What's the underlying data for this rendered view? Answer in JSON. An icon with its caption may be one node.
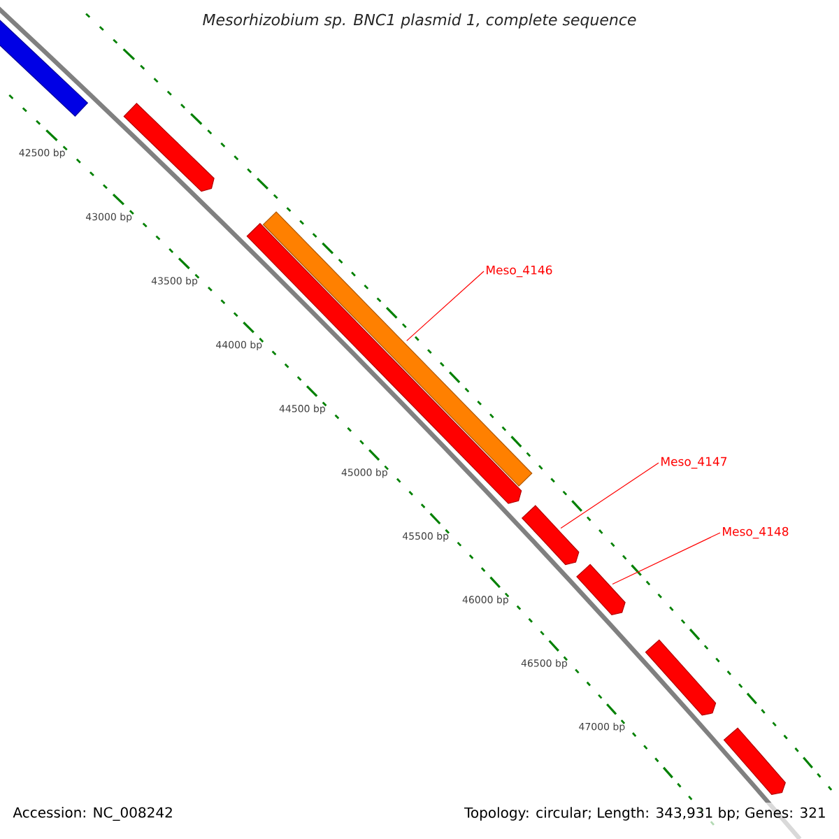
{
  "diagram": {
    "title": "Mesorhizobium sp. BNC1 plasmid 1, complete sequence",
    "nodes": [
      {
        "text": [],
        "shape": "bar"
      },
      {
        "text": [],
        "shape": "arrow"
      },
      {
        "text": [],
        "shape": "arrow"
      },
      {
        "text": [],
        "shape": "bar"
      },
      {
        "text": [
          "Meso_4146"
        ]
      },
      {
        "text": [],
        "shape": "arrow"
      },
      {
        "text": [
          "Meso_4147"
        ]
      },
      {
        "text": [],
        "shape": "arrow"
      },
      {
        "text": [
          "Meso_4148"
        ]
      },
      {
        "text": [],
        "shape": "arrow"
      },
      {
        "text": [],
        "shape": "arrow"
      }
    ],
    "edges": [
      {
        "from": 4,
        "to": 3,
        "arrow": "none"
      },
      {
        "from": 6,
        "to": 5,
        "arrow": "none"
      },
      {
        "from": 8,
        "to": 7,
        "arrow": "none"
      }
    ],
    "labels": [
      "42500 bp",
      "43000 bp",
      "43500 bp",
      "44000 bp",
      "44500 bp",
      "45000 bp",
      "45500 bp",
      "46000 bp",
      "46500 bp",
      "47000 bp",
      "Accession: NC_008242",
      "Topology: circular; Length: 343,931 bp; Genes: 321"
    ]
  }
}
